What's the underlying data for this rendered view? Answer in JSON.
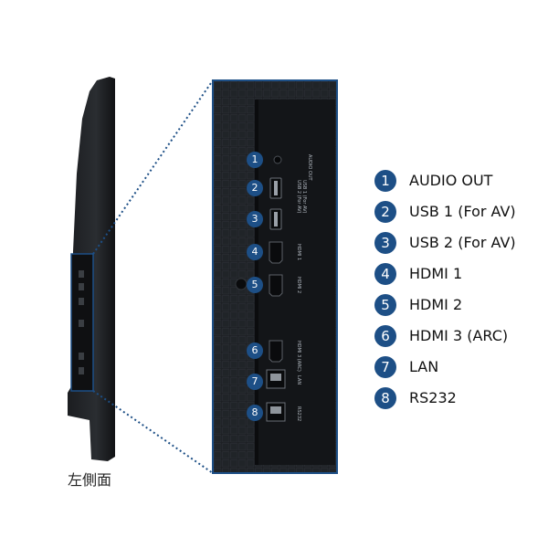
{
  "side_view": {
    "caption": "左側面"
  },
  "zoom": {
    "port_labels": [
      "AUDIO OUT",
      "USB 1 (For AV)",
      "USB 2 (For AV)",
      "HDMI 1",
      "HDMI 2",
      "HDMI 3 (ARC)",
      "LAN",
      "RS232"
    ]
  },
  "legend": {
    "items": [
      {
        "num": "1",
        "label": "AUDIO OUT"
      },
      {
        "num": "2",
        "label": "USB 1 (For AV)"
      },
      {
        "num": "3",
        "label": "USB 2 (For AV)"
      },
      {
        "num": "4",
        "label": "HDMI 1"
      },
      {
        "num": "5",
        "label": "HDMI 2"
      },
      {
        "num": "6",
        "label": "HDMI 3 (ARC)"
      },
      {
        "num": "7",
        "label": "LAN"
      },
      {
        "num": "8",
        "label": "RS232"
      }
    ]
  },
  "colors": {
    "accent": "#1d4f86",
    "panel": "#16191c",
    "body": "#222528"
  }
}
